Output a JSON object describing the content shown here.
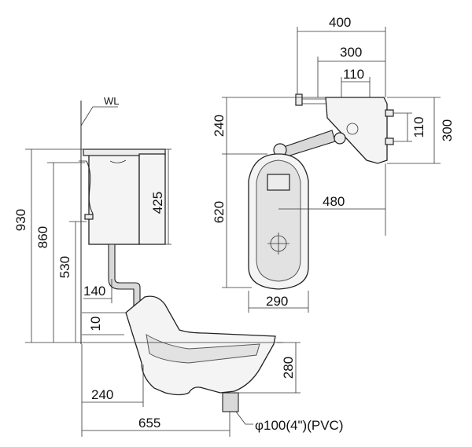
{
  "labels": {
    "wl": "WL",
    "d930": "930",
    "d860": "860",
    "d530": "530",
    "d425": "425",
    "d140": "140",
    "d10": "10",
    "d240_side": "240",
    "d655": "655",
    "d280": "280",
    "pipe": "φ100(4\")(PVC)",
    "d400": "400",
    "d300_top": "300",
    "d110_top": "110",
    "d240_plan": "240",
    "d620": "620",
    "d480": "480",
    "d290": "290",
    "d110_right": "110",
    "d300_right": "300"
  }
}
